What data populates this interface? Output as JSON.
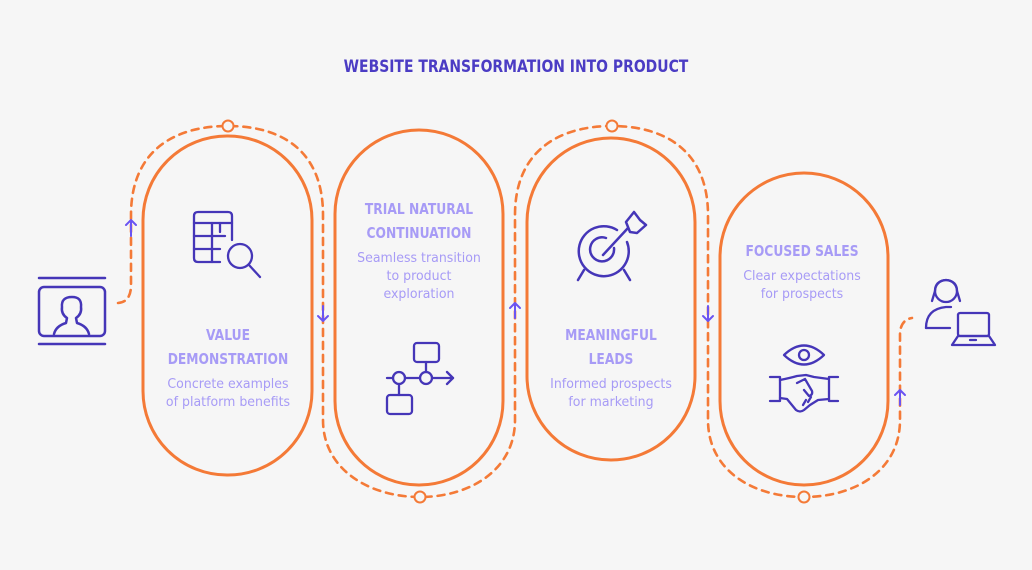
{
  "title": "WEBSITE TRANSFORMATION INTO PRODUCT",
  "colors": {
    "background": "#f6f6f6",
    "title": "#4b3cc4",
    "pill_outline": "#f47a37",
    "dashed_path": "#f47a37",
    "icon": "#4536b8",
    "arrow": "#6a54f2",
    "text": "#a79bf6"
  },
  "start_icon": "monitor-user-icon",
  "end_icon": "person-laptop-icon",
  "stages": [
    {
      "heading_line1": "VALUE",
      "heading_line2": "DEMONSTRATION",
      "description_line1": "Concrete examples",
      "description_line2": "of platform benefits",
      "icon": "table-search-icon"
    },
    {
      "heading_line1": "TRIAL NATURAL",
      "heading_line2": "CONTINUATION",
      "description_line1": "Seamless transition",
      "description_line2": "to product",
      "description_line3": "exploration",
      "icon": "workflow-icon"
    },
    {
      "heading_line1": "MEANINGFUL LEADS",
      "description_line1": "Informed prospects",
      "description_line2": "for marketing",
      "icon": "target-arrow-icon"
    },
    {
      "heading_line1": "FOCUSED SALES",
      "description_line1": "Clear expectations",
      "description_line2": "for prospects",
      "icon": "eye-handshake-icon"
    }
  ],
  "flow_arrows": [
    "up",
    "down",
    "up",
    "down",
    "up"
  ]
}
